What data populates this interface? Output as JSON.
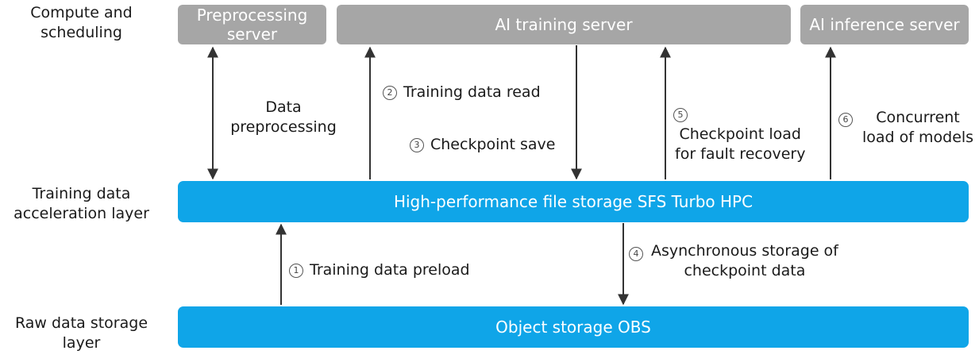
{
  "layers": {
    "compute": "Compute and\nscheduling",
    "acceleration": "Training data\nacceleration layer",
    "raw": "Raw data storage\nlayer"
  },
  "servers": {
    "preprocessing": "Preprocessing\nserver",
    "training": "AI training server",
    "inference": "AI inference server"
  },
  "storage": {
    "sfs": "High-performance file storage SFS Turbo HPC",
    "obs": "Object storage OBS"
  },
  "flows": {
    "preprocessing": "Data\npreprocessing",
    "read": {
      "num": "2",
      "text": "Training data read"
    },
    "save": {
      "num": "3",
      "text": "Checkpoint save"
    },
    "recovery": {
      "num": "5",
      "text": "Checkpoint load\nfor fault recovery"
    },
    "concurrent": {
      "num": "6",
      "text": "Concurrent\nload of models"
    },
    "preload": {
      "num": "1",
      "text": "Training data preload"
    },
    "async": {
      "num": "4",
      "text": "Asynchronous storage of\ncheckpoint data"
    }
  },
  "colors": {
    "server": "#a6a6a6",
    "storage": "#0fa5e8",
    "arrow": "#333333"
  }
}
